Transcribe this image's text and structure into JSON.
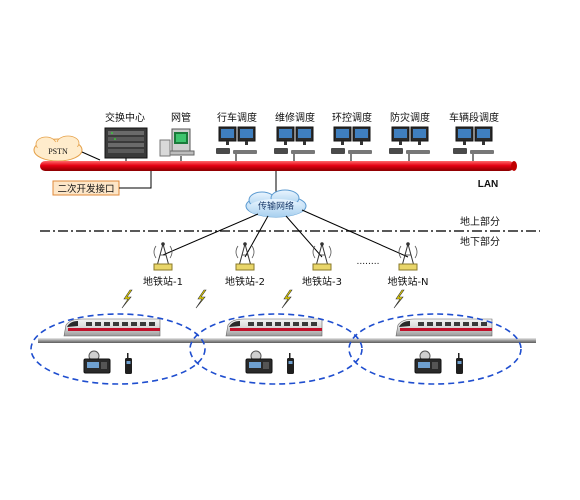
{
  "top_nodes": {
    "switching_center": "交换中心",
    "nms": "网管",
    "dispatch": [
      "行车调度",
      "维修调度",
      "环控调度",
      "防灾调度",
      "车辆段调度"
    ]
  },
  "pstn": "PSTN",
  "secondary_dev_interface": "二次开发接口",
  "lan": "LAN",
  "transmission_network": "传输网络",
  "above_ground": "地上部分",
  "underground": "地下部分",
  "stations": [
    "地铁站-1",
    "地铁站-2",
    "地铁站-3",
    "地铁站-N"
  ],
  "ellipsis": "........",
  "colors": {
    "lan_bar": "#e60012",
    "dashed_ellipse": "#1f4ecf",
    "lightning": "#e8d400",
    "cloud": "#cfe6f7"
  }
}
